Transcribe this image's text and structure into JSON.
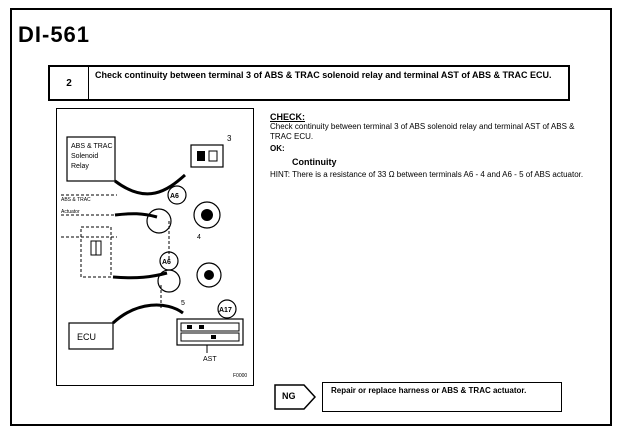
{
  "page": {
    "number": "DI-561"
  },
  "step": {
    "number": "2",
    "text": "Check continuity between terminal 3 of ABS & TRAC solenoid relay and terminal AST of ABS & TRAC ECU."
  },
  "diagram": {
    "relay_label": [
      "ABS & TRAC",
      "Solenoid",
      "Relay"
    ],
    "ecu_label": "ECU",
    "terminal_3": "3",
    "terminal_4": "4",
    "terminal_5": "5",
    "connector_a6": "A6",
    "connector_a6_2": "A6",
    "connector_a17": "A17",
    "ast_label": "AST",
    "small_labels": [
      "ABS & TRAC",
      "Actuator"
    ],
    "code": "F0000"
  },
  "check": {
    "title": "CHECK:",
    "body": "Check continuity between terminal 3 of ABS solenoid relay and terminal AST of ABS & TRAC ECU.",
    "ok_label": "OK:",
    "ok_value": "Continuity",
    "hint": "HINT: There is a resistance of 33 Ω between terminals A6 - 4 and A6 - 5 of ABS actuator."
  },
  "ng": {
    "label": "NG",
    "text": "Repair or replace harness or ABS & TRAC actuator."
  }
}
